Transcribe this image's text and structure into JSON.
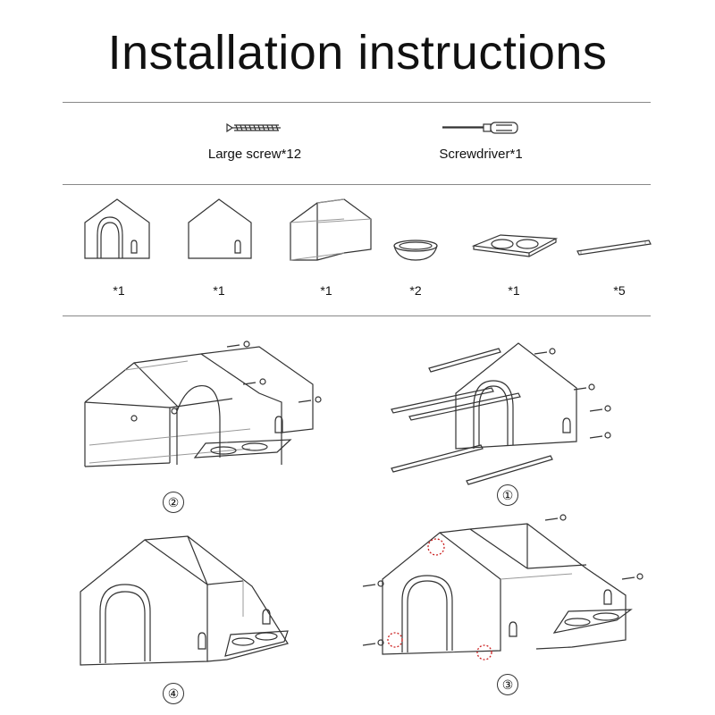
{
  "page": {
    "title": "Installation instructions"
  },
  "tools": [
    {
      "icon": "screw-icon",
      "label": "Large screw*12"
    },
    {
      "icon": "screwdriver-icon",
      "label": "Screwdriver*1"
    }
  ],
  "parts": [
    {
      "icon": "front-panel-with-door-icon",
      "count": "*1"
    },
    {
      "icon": "back-panel-icon",
      "count": "*1"
    },
    {
      "icon": "roof-frame-icon",
      "count": "*1"
    },
    {
      "icon": "bowl-icon",
      "count": "*2"
    },
    {
      "icon": "bowl-tray-icon",
      "count": "*1"
    },
    {
      "icon": "rod-icon",
      "count": "*5"
    }
  ],
  "steps": [
    {
      "number": "①"
    },
    {
      "number": "②"
    },
    {
      "number": "③"
    },
    {
      "number": "④"
    }
  ]
}
